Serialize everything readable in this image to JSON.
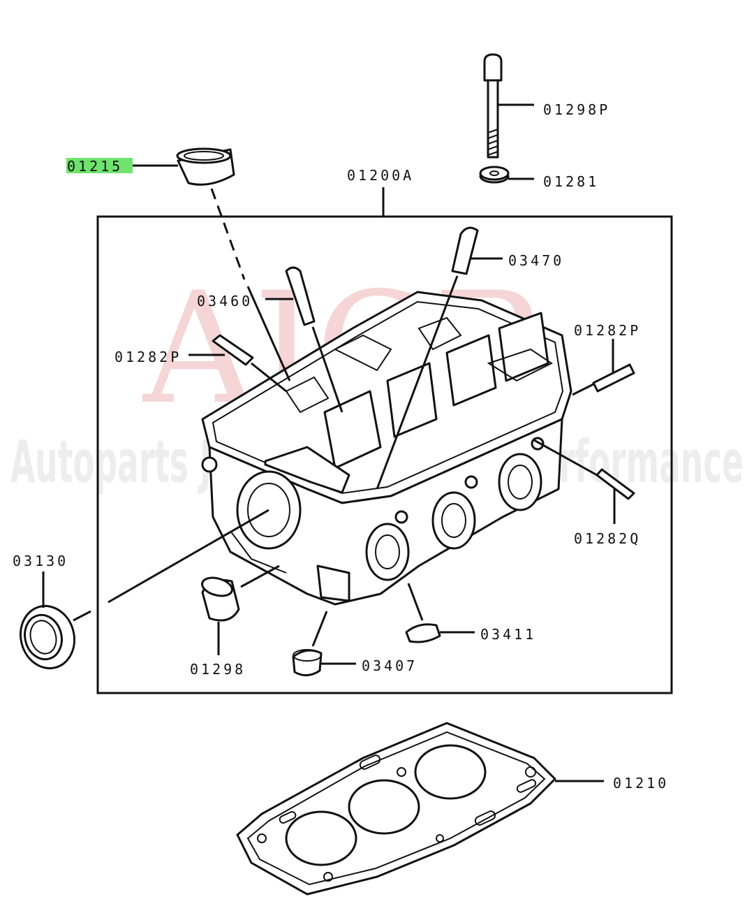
{
  "watermark": {
    "logo": "AJCR",
    "tagline": "Autoparts Japan Car Racing Performance"
  },
  "highlight_color": "#6ee36e",
  "labels": {
    "p01215": "01215",
    "p01200A": "01200A",
    "p01298P": "01298P",
    "p01281": "01281",
    "p03470": "03470",
    "p03460": "03460",
    "p01282P_left": "01282P",
    "p01282P_right": "01282P",
    "p01282Q": "01282Q",
    "p03130": "03130",
    "p01298": "01298",
    "p03407": "03407",
    "p03411": "03411",
    "p01210": "01210"
  }
}
